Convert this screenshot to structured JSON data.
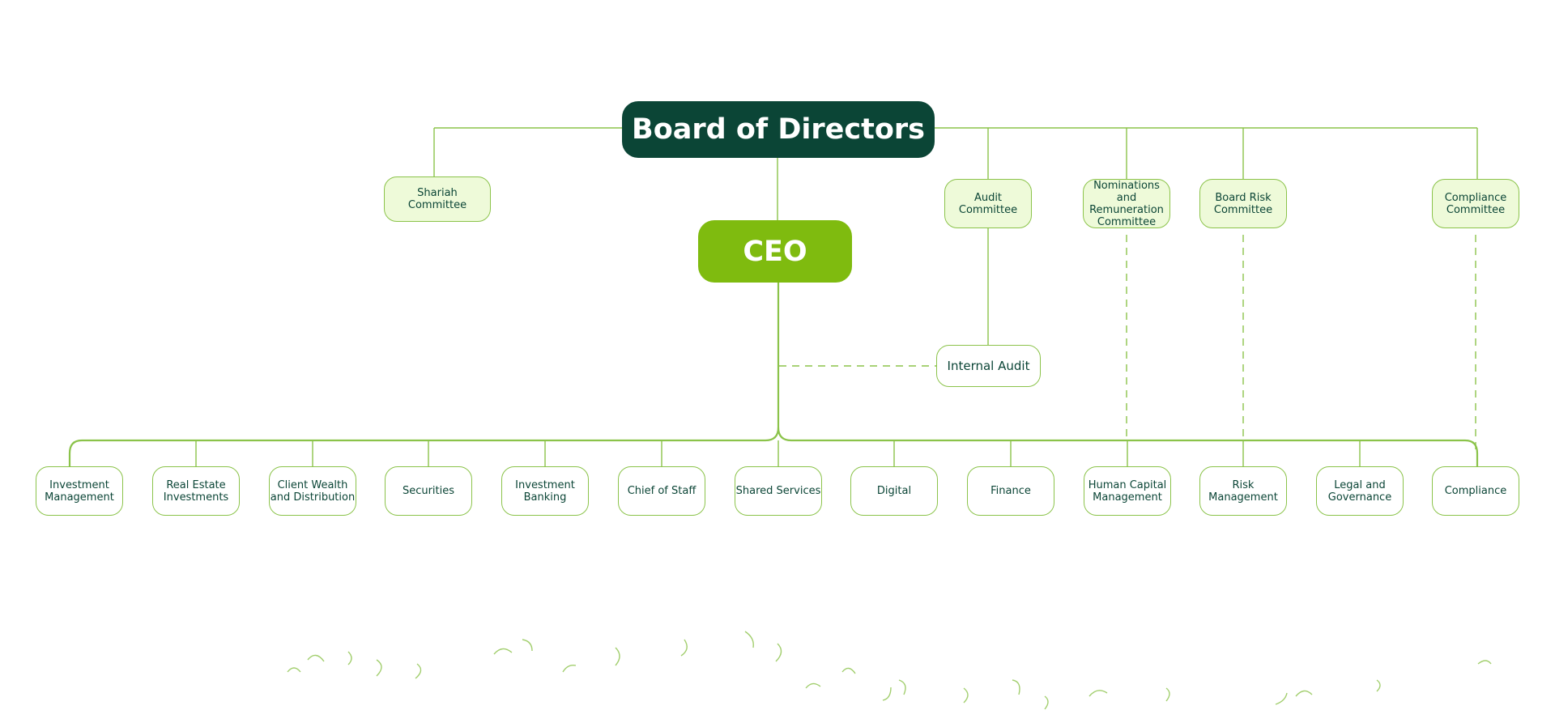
{
  "board": {
    "label": "Board of Directors"
  },
  "ceo": {
    "label": "CEO"
  },
  "committees": {
    "shariah": "Shariah\nCommittee",
    "audit": "Audit\nCommittee",
    "nominations": "Nominations and\nRemuneration\nCommittee",
    "board_risk": "Board Risk\nCommittee",
    "compliance": "Compliance\nCommittee"
  },
  "internal_audit": {
    "label": "Internal Audit"
  },
  "departments": [
    "Investment\nManagement",
    "Real  Estate\nInvestments",
    "Client Wealth\nand Distribution",
    "Securities",
    "Investment\nBanking",
    "Chief of Staff",
    "Shared Services",
    "Digital",
    "Finance",
    "Human Capital\nManagement",
    "Risk\nManagement",
    "Legal and\nGovernance",
    "Compliance"
  ],
  "colors": {
    "board_fill": "#0b4536",
    "ceo_fill": "#7fbb0f",
    "committee_fill": "#eefad9",
    "line": "#8bc34a",
    "text": "#0b4536"
  }
}
